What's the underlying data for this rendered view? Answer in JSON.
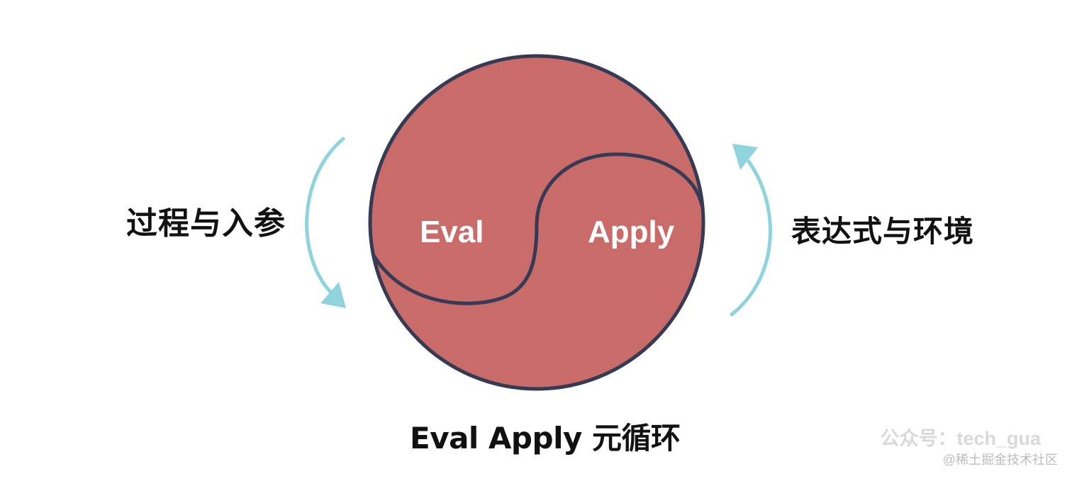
{
  "diagram": {
    "left_label": "过程与入参",
    "right_label": "表达式与环境",
    "caption": "Eval Apply 元循环",
    "eval_label": "Eval",
    "apply_label": "Apply"
  },
  "watermark": {
    "line1": "公众号：tech_gua",
    "line2": "@稀土掘金技术社区"
  },
  "colors": {
    "circle_fill": "#c96b69",
    "outline": "#353a55",
    "arrow": "#8ed3de"
  }
}
